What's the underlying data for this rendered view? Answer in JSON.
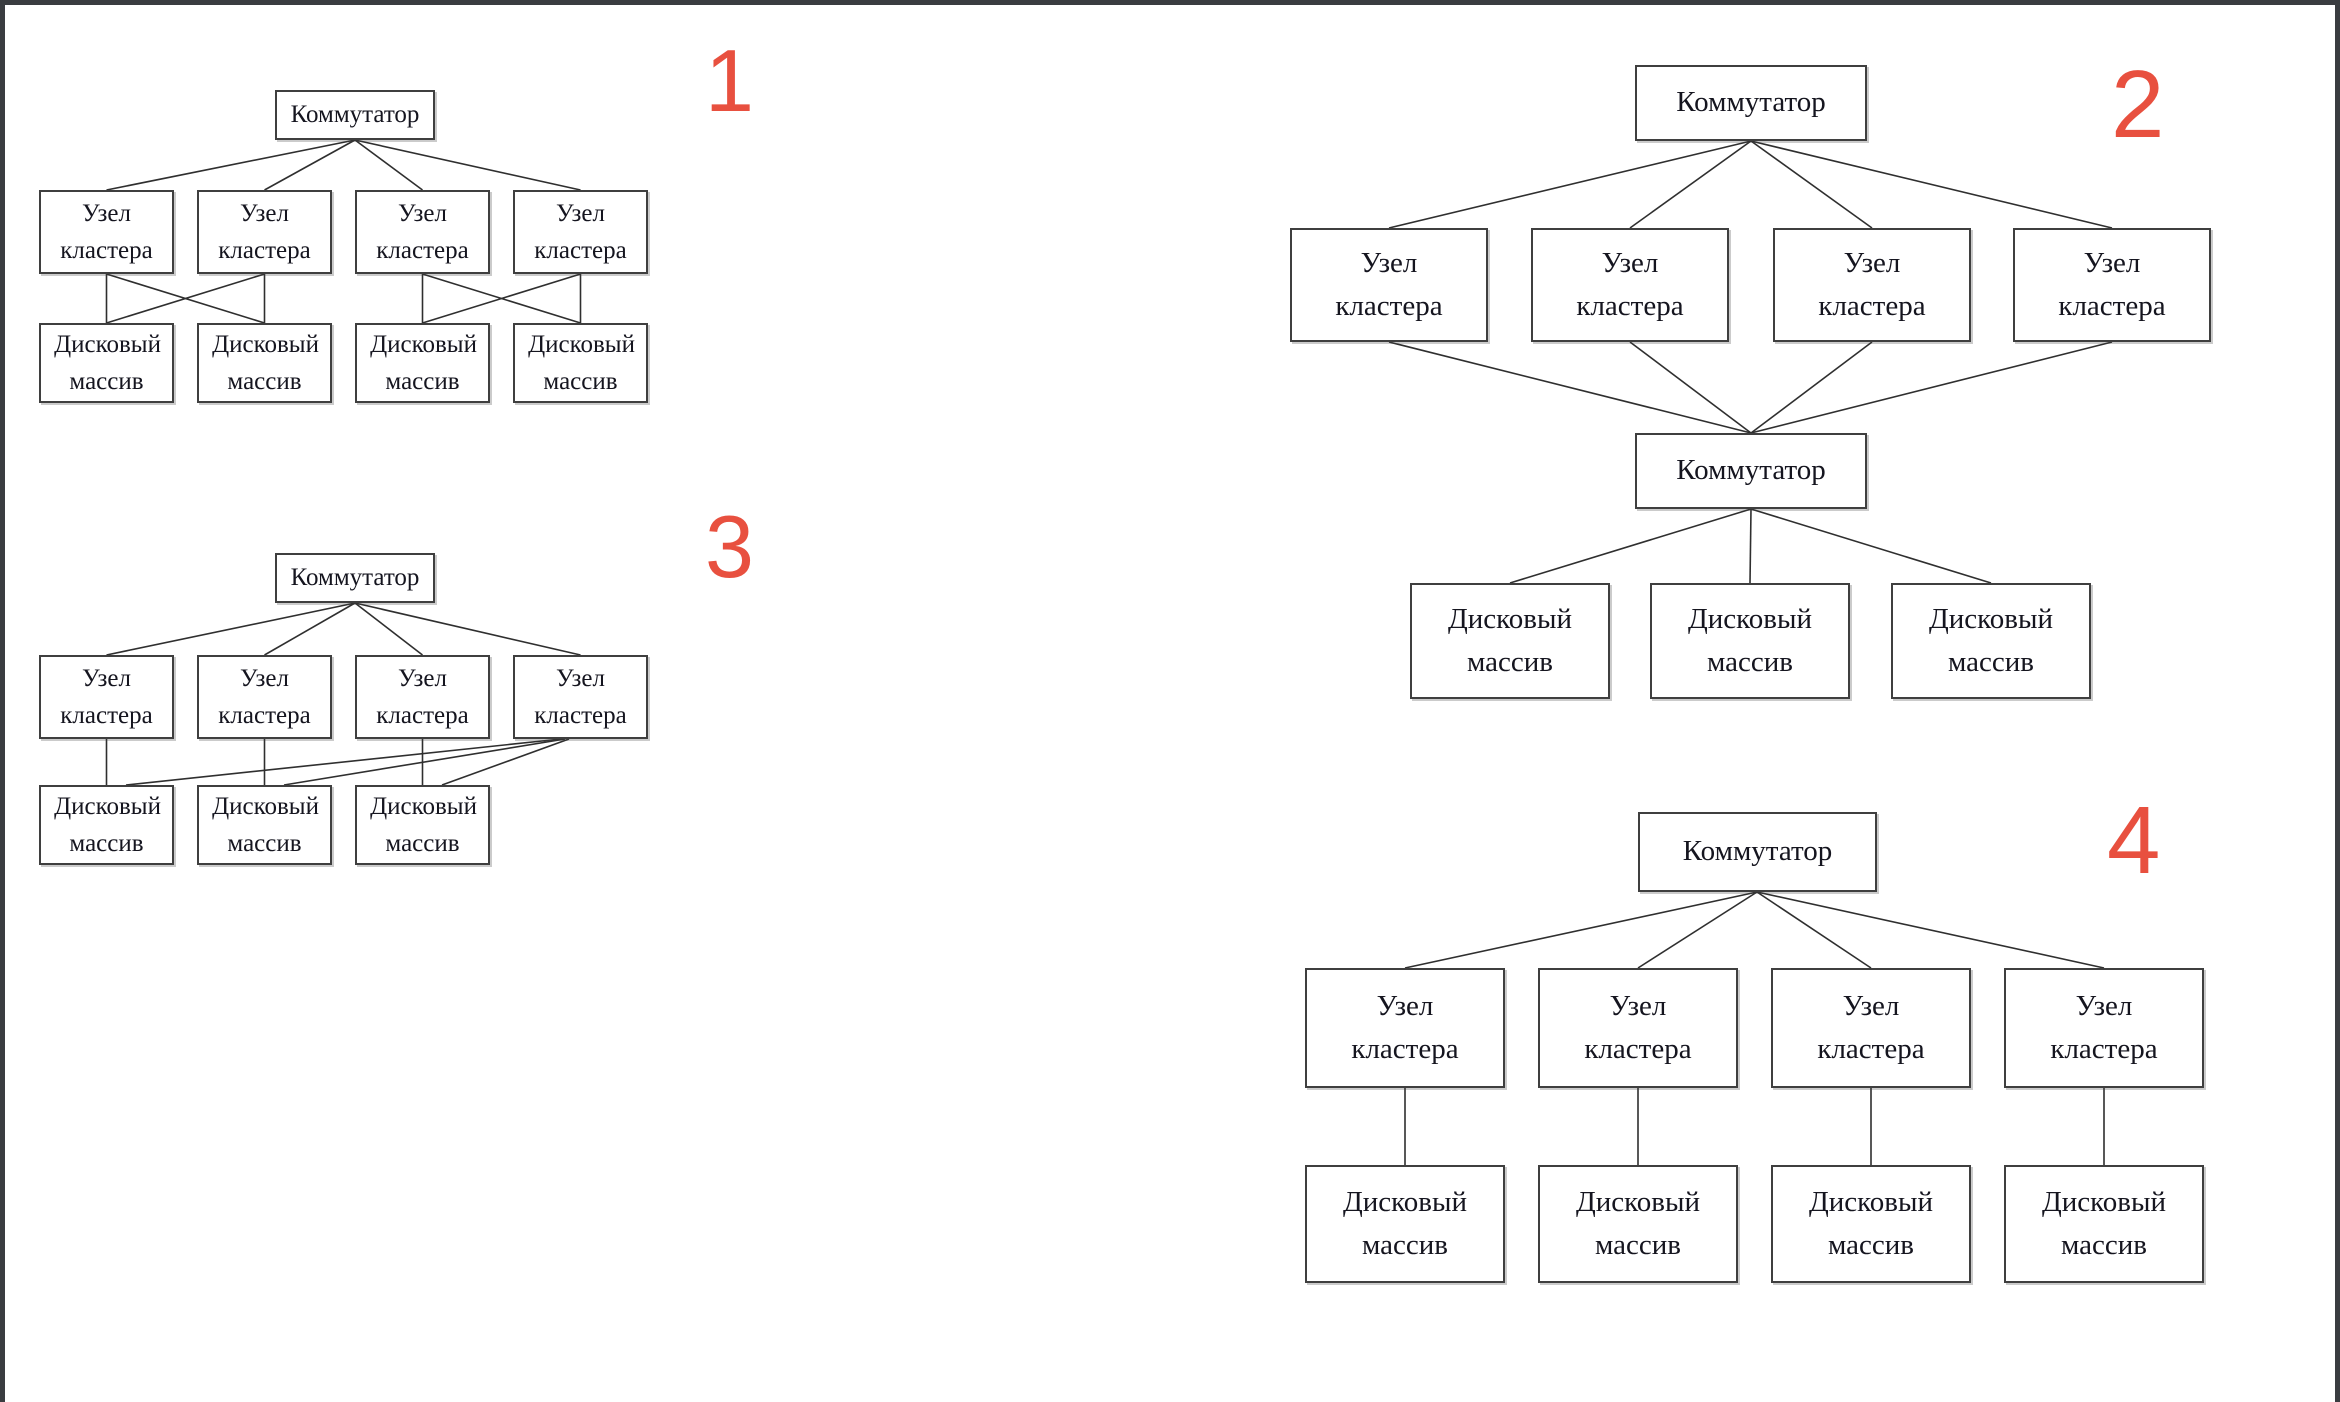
{
  "colors": {
    "number_badge": "#e8503f",
    "frame": "#3a3c40",
    "box_border": "#3f3f3f",
    "connection_line": "#2f2f2f",
    "text": "#15151f",
    "background": "#ffffff"
  },
  "labels": {
    "switch": "Коммутатор",
    "cluster_node": "Узел кластера",
    "disk_array": "Дисковый массив"
  },
  "diagrams": [
    {
      "number": "1",
      "switch_top": "Коммутатор",
      "nodes": [
        "Узел кластера",
        "Узел кластера",
        "Узел кластера",
        "Узел кластера"
      ],
      "disks": [
        "Дисковый массив",
        "Дисковый массив",
        "Дисковый массив",
        "Дисковый массив"
      ]
    },
    {
      "number": "2",
      "switch_top": "Коммутатор",
      "switch_bottom": "Коммутатор",
      "nodes": [
        "Узел кластера",
        "Узел кластера",
        "Узел кластера",
        "Узел кластера"
      ],
      "disks": [
        "Дисковый массив",
        "Дисковый массив",
        "Дисковый массив"
      ]
    },
    {
      "number": "3",
      "switch_top": "Коммутатор",
      "nodes": [
        "Узел кластера",
        "Узел кластера",
        "Узел кластера",
        "Узел кластера"
      ],
      "disks": [
        "Дисковый массив",
        "Дисковый массив",
        "Дисковый массив"
      ]
    },
    {
      "number": "4",
      "switch_top": "Коммутатор",
      "nodes": [
        "Узел кластера",
        "Узел кластера",
        "Узел кластера",
        "Узел кластера"
      ],
      "disks": [
        "Дисковый массив",
        "Дисковый массив",
        "Дисковый массив",
        "Дисковый массив"
      ]
    }
  ]
}
